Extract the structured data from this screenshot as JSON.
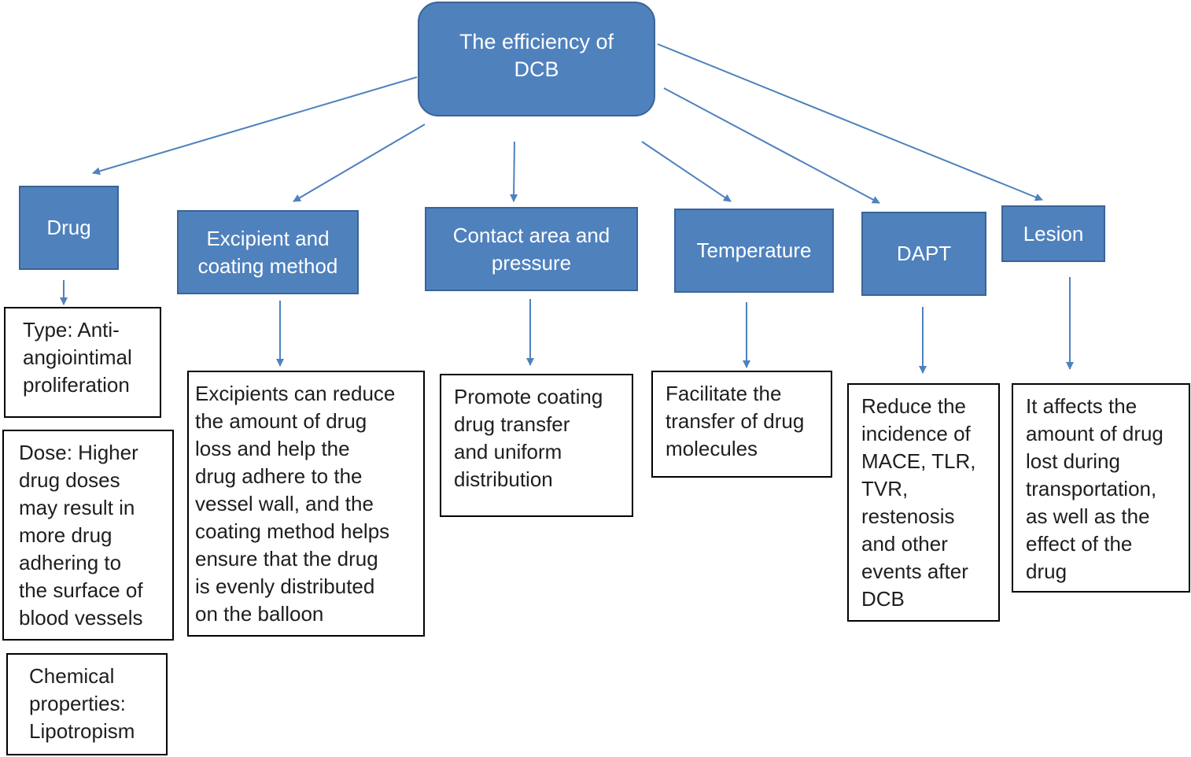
{
  "diagram": {
    "root": {
      "label": "The efficiency of DCB"
    },
    "categories": {
      "drug": "Drug",
      "excipient": "Excipient and coating method",
      "contact": "Contact area and pressure",
      "temperature": "Temperature",
      "dapt": "DAPT",
      "lesion": "Lesion"
    },
    "descriptions": {
      "drug_type": "Type: Anti-\nangiointimal\nproliferation",
      "drug_dose": "Dose: Higher\ndrug doses\nmay result in\nmore drug\nadhering to\nthe surface of\nblood vessels",
      "drug_chemical": "Chemical\nproperties:\nLipotropism",
      "excipient": "Excipients can reduce\nthe amount of drug\nloss and help the\ndrug adhere to the\nvessel wall, and the\ncoating method helps\nensure that the drug\nis evenly distributed\non the balloon",
      "contact": "Promote coating\ndrug transfer\nand uniform\ndistribution",
      "temperature": "Facilitate the\ntransfer of drug\nmolecules",
      "dapt": "Reduce the\nincidence of\nMACE, TLR,\nTVR,\nrestenosis\nand other\nevents after\nDCB",
      "lesion": "It affects the\namount of drug\nlost during\ntransportation,\nas well as the\neffect of the\ndrug"
    },
    "colors": {
      "node_fill": "#4f81bd",
      "node_border": "#3a6496",
      "node_text": "#ffffff",
      "arrow": "#4f81bd",
      "box_border": "#000000"
    }
  }
}
